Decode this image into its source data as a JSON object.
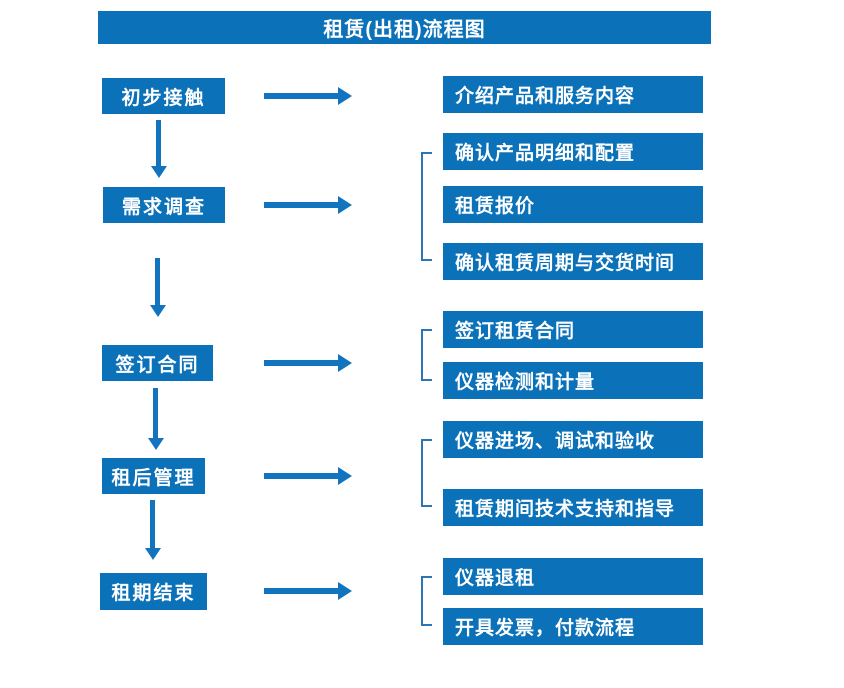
{
  "title": "租赁(出租)流程图",
  "colors": {
    "primary_blue": "#0B71B8",
    "arrow_blue": "#1273BF",
    "bracket_blue": "#2E75B6",
    "text_white": "#FFFFFF",
    "background": "#FFFFFF"
  },
  "steps": [
    {
      "label": "初步接触",
      "details": [
        "介绍产品和服务内容"
      ]
    },
    {
      "label": "需求调查",
      "details": [
        "确认产品明细和配置",
        "租赁报价",
        "确认租赁周期与交货时间"
      ]
    },
    {
      "label": "签订合同",
      "details": [
        "签订租赁合同",
        "仪器检测和计量"
      ]
    },
    {
      "label": "租后管理",
      "details": [
        "仪器进场、调试和验收",
        "租赁期间技术支持和指导"
      ]
    },
    {
      "label": "租期结束",
      "details": [
        "仪器退租",
        "开具发票，付款流程"
      ]
    }
  ]
}
